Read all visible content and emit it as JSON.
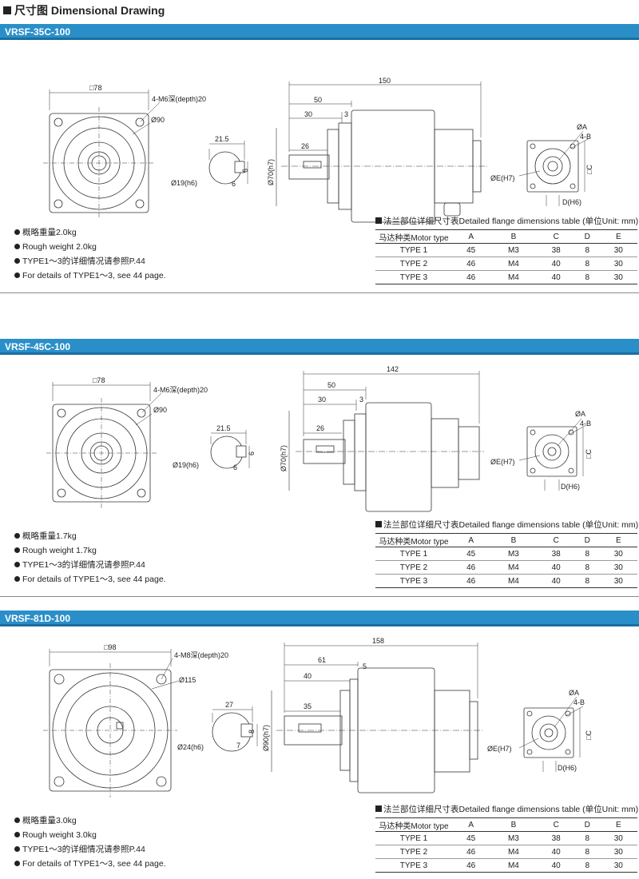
{
  "header": {
    "title": "尺寸图 Dimensional Drawing"
  },
  "table_headers": [
    "马达种类Motor type",
    "A",
    "B",
    "C",
    "D",
    "E"
  ],
  "sections": [
    {
      "model": "VRSF-35C-100",
      "front": {
        "square": "□78",
        "holes": "4-M6深(depth)20",
        "pcd": "Ø90"
      },
      "shaft": {
        "width": "21.5",
        "key": "6",
        "key2": "6",
        "dia": "Ø19(h6)"
      },
      "side": {
        "total": "150",
        "d1": "50",
        "d2": "30",
        "d3": "3",
        "d4": "26",
        "flange": "Ø70(h7)"
      },
      "motor_flange": {
        "a": "ØA",
        "b": "4-B",
        "c": "□C",
        "d": "D(H6)",
        "e": "ØE(H7)"
      },
      "notes": [
        "概略重量2.0kg",
        "Rough weight 2.0kg",
        "TYPE1～3的详细情况请参照P.44",
        "For details of TYPE1～3, see 44 page."
      ],
      "table_title": "法兰部位详细尺寸表Detailed flange dimensions table  (单位Unit: mm)",
      "rows": [
        [
          "TYPE 1",
          "45",
          "M3",
          "38",
          "8",
          "30"
        ],
        [
          "TYPE 2",
          "46",
          "M4",
          "40",
          "8",
          "30"
        ],
        [
          "TYPE 3",
          "46",
          "M4",
          "40",
          "8",
          "30"
        ]
      ]
    },
    {
      "model": "VRSF-45C-100",
      "front": {
        "square": "□78",
        "holes": "4-M6深(depth)20",
        "pcd": "Ø90"
      },
      "shaft": {
        "width": "21.5",
        "key": "6",
        "key2": "6",
        "dia": "Ø19(h6)"
      },
      "side": {
        "total": "142",
        "d1": "50",
        "d2": "30",
        "d3": "3",
        "d4": "26",
        "flange": "Ø70(h7)"
      },
      "motor_flange": {
        "a": "ØA",
        "b": "4-B",
        "c": "□C",
        "d": "D(H6)",
        "e": "ØE(H7)"
      },
      "notes": [
        "概略重量1.7kg",
        "Rough weight 1.7kg",
        "TYPE1～3的详细情况请参照P.44",
        "For details of TYPE1～3, see 44 page."
      ],
      "table_title": "法兰部位详细尺寸表Detailed flange dimensions table  (单位Unit: mm)",
      "rows": [
        [
          "TYPE 1",
          "45",
          "M3",
          "38",
          "8",
          "30"
        ],
        [
          "TYPE 2",
          "46",
          "M4",
          "40",
          "8",
          "30"
        ],
        [
          "TYPE 3",
          "46",
          "M4",
          "40",
          "8",
          "30"
        ]
      ]
    },
    {
      "model": "VRSF-81D-100",
      "front": {
        "square": "□98",
        "holes": "4-M8深(depth)20",
        "pcd": "Ø115"
      },
      "shaft": {
        "width": "27",
        "key": "8",
        "key2": "7",
        "dia": "Ø24(h6)"
      },
      "side": {
        "total": "158",
        "d1": "61",
        "d2": "40",
        "d3": "5",
        "d4": "35",
        "flange": "Ø90(h7)"
      },
      "motor_flange": {
        "a": "ØA",
        "b": "4-B",
        "c": "□C",
        "d": "D(H6)",
        "e": "ØE(H7)"
      },
      "notes": [
        "概略重量3.0kg",
        "Rough weight 3.0kg",
        "TYPE1～3的详细情况请参照P.44",
        "For details of TYPE1～3, see 44 page."
      ],
      "table_title": "法兰部位详细尺寸表Detailed flange dimensions table  (单位Unit: mm)",
      "rows": [
        [
          "TYPE 1",
          "45",
          "M3",
          "38",
          "8",
          "30"
        ],
        [
          "TYPE 2",
          "46",
          "M4",
          "40",
          "8",
          "30"
        ],
        [
          "TYPE 3",
          "46",
          "M4",
          "40",
          "8",
          "30"
        ]
      ]
    }
  ]
}
